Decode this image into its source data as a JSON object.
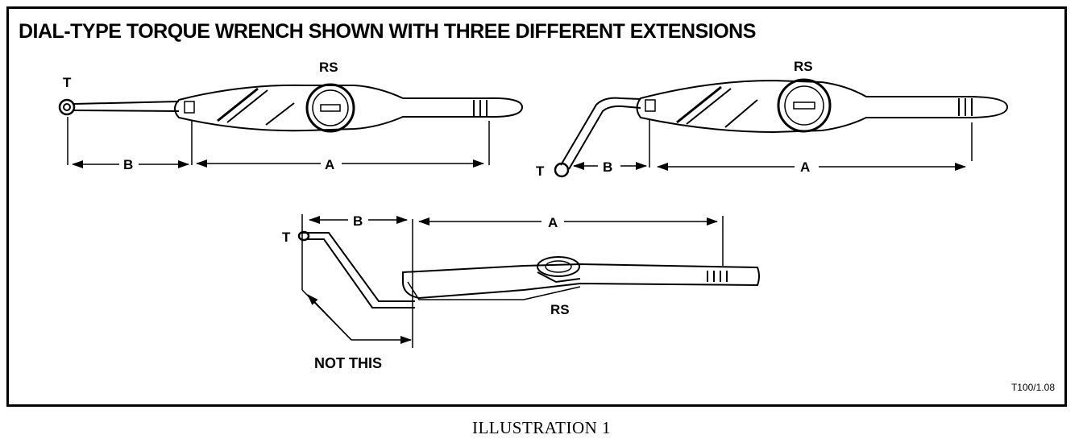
{
  "figure": {
    "title": "DIAL-TYPE TORQUE WRENCH SHOWN  WITH  THREE DIFFERENT EXTENSIONS",
    "reference": "T100/1.08",
    "caption": "ILLUSTRATION 1"
  },
  "wrench_straight": {
    "label_T": "T",
    "label_RS": "RS",
    "label_A": "A",
    "label_B": "B"
  },
  "wrench_angled": {
    "label_T": "T",
    "label_RS": "RS",
    "label_A": "A",
    "label_B": "B"
  },
  "wrench_offset": {
    "label_T": "T",
    "label_RS": "RS",
    "label_A": "A",
    "label_B": "B",
    "label_not_this": "NOT THIS"
  }
}
